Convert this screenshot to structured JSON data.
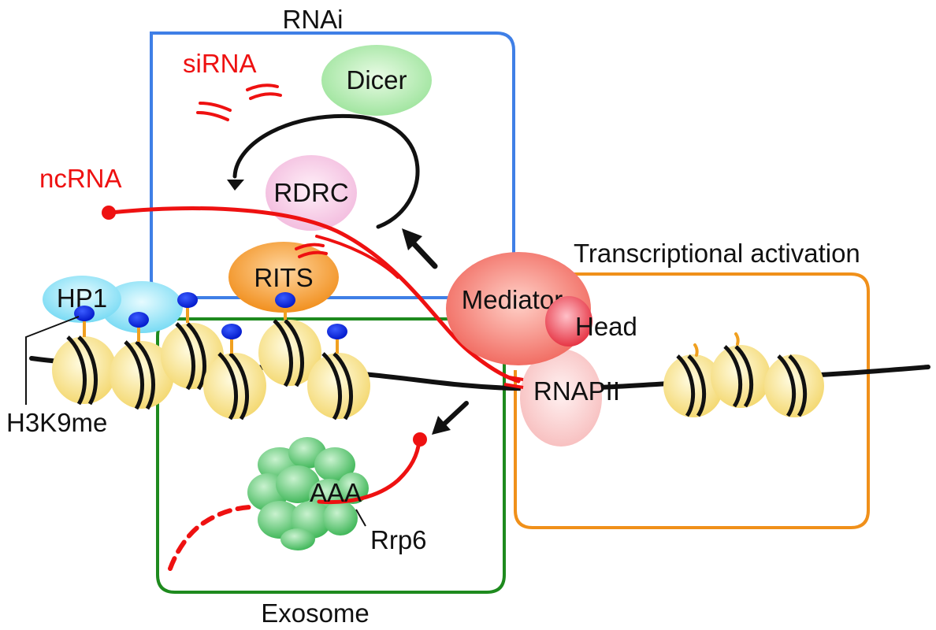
{
  "boxes": {
    "rnai": {
      "label": "RNAi",
      "color": "#3f7fe6"
    },
    "exosome": {
      "label": "Exosome",
      "color": "#1e8a1e"
    },
    "transcriptional": {
      "label": "Transcriptional activation",
      "color": "#f0901a"
    }
  },
  "rna_labels": {
    "sirna": "siRNA",
    "ncrna": "ncRNA",
    "color": "#ee1111"
  },
  "complexes": {
    "dicer": "Dicer",
    "rdrc": "RDRC",
    "rits": "RITS",
    "hp1": "HP1",
    "mediator": "Mediator",
    "head": "Head",
    "rnapii": "RNAPII",
    "exosome_tail": "AAA",
    "rrp6": "Rrp6"
  },
  "marks": {
    "h3k9me": "H3K9me"
  },
  "icons": {
    "nucleosome": "nucleosome-icon",
    "methyl_mark": "methyl-mark-icon",
    "arrow": "arrow-icon"
  }
}
